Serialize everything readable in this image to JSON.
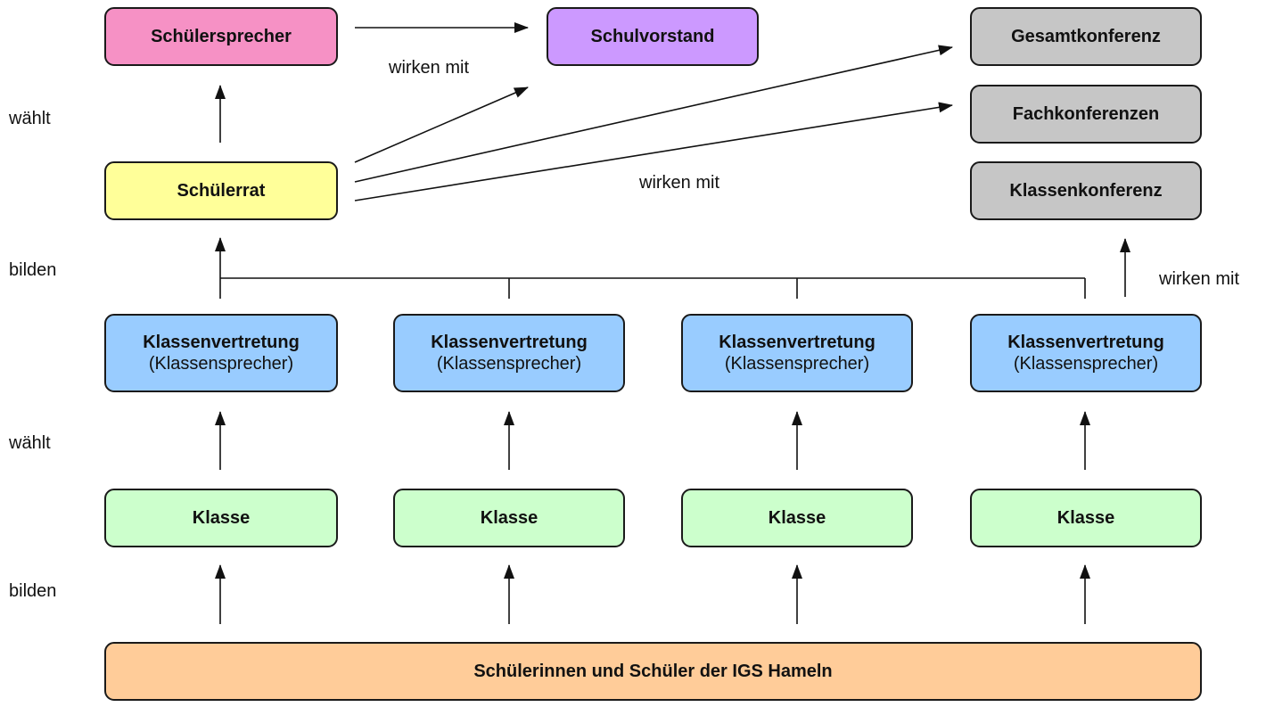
{
  "nodes": {
    "schuelersprecher": "Schülersprecher",
    "schulvorstand": "Schulvorstand",
    "gesamtkonferenz": "Gesamtkonferenz",
    "fachkonferenzen": "Fachkonferenzen",
    "klassenkonferenz": "Klassenkonferenz",
    "schuelerrat": "Schülerrat",
    "klassenvertretung": [
      {
        "title": "Klassenvertretung",
        "subtitle": "(Klassensprecher)"
      },
      {
        "title": "Klassenvertretung",
        "subtitle": "(Klassensprecher)"
      },
      {
        "title": "Klassenvertretung",
        "subtitle": "(Klassensprecher)"
      },
      {
        "title": "Klassenvertretung",
        "subtitle": "(Klassensprecher)"
      }
    ],
    "klasse": [
      "Klasse",
      "Klasse",
      "Klasse",
      "Klasse"
    ],
    "schueler_igs": "Schülerinnen und Schüler der IGS Hameln"
  },
  "level_labels": {
    "waehlt_top": "wählt",
    "bilden_top": "bilden",
    "waehlt_bottom": "wählt",
    "bilden_bottom": "bilden"
  },
  "edge_labels": {
    "wirken_mit_schulvorstand": "wirken mit",
    "wirken_mit_konferenzen": "wirken mit",
    "wirken_mit_klassenkonferenz": "wirken mit"
  },
  "colors": {
    "schuelersprecher": "#f691c5",
    "schulvorstand": "#cc99ff",
    "schuelerrat": "#ffff99",
    "konferenzen": "#c6c6c6",
    "klassenvertretung": "#99ccff",
    "klasse": "#ccffcc",
    "schueler_igs": "#ffcc99"
  }
}
